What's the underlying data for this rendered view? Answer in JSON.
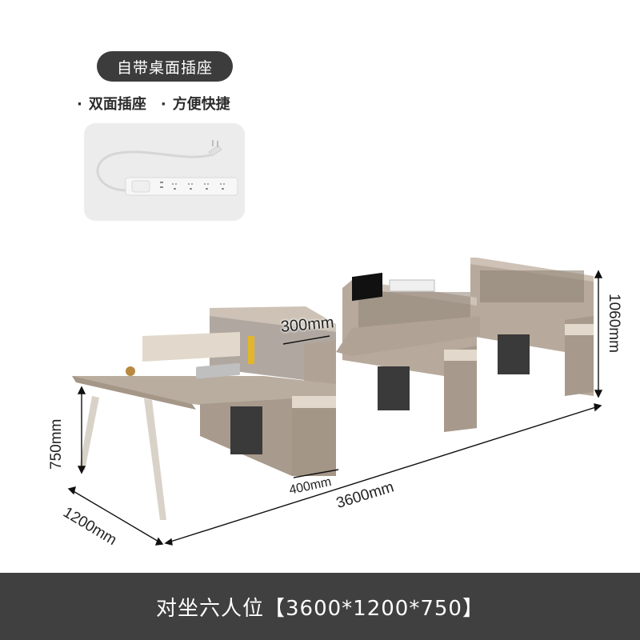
{
  "feature": {
    "title": "自带桌面插座",
    "bullets": [
      "双面插座",
      "方便快捷"
    ]
  },
  "socket_image": {
    "icon": "power-strip-icon",
    "background": "#ececec"
  },
  "dimensions": {
    "height_desk": "750mm",
    "depth": "1200mm",
    "length": "3600mm",
    "cabinet_width": "400mm",
    "shelf_width": "300mm",
    "height_total": "1060mm"
  },
  "footer": {
    "label": "对坐六人位【3600*1200*750】"
  },
  "colors": {
    "wood": "#b7aa9c",
    "wood_dark": "#9a8d80",
    "cream": "#e2d8cb",
    "footer_bg": "#404040",
    "pill_bg": "#3c3c3c"
  }
}
